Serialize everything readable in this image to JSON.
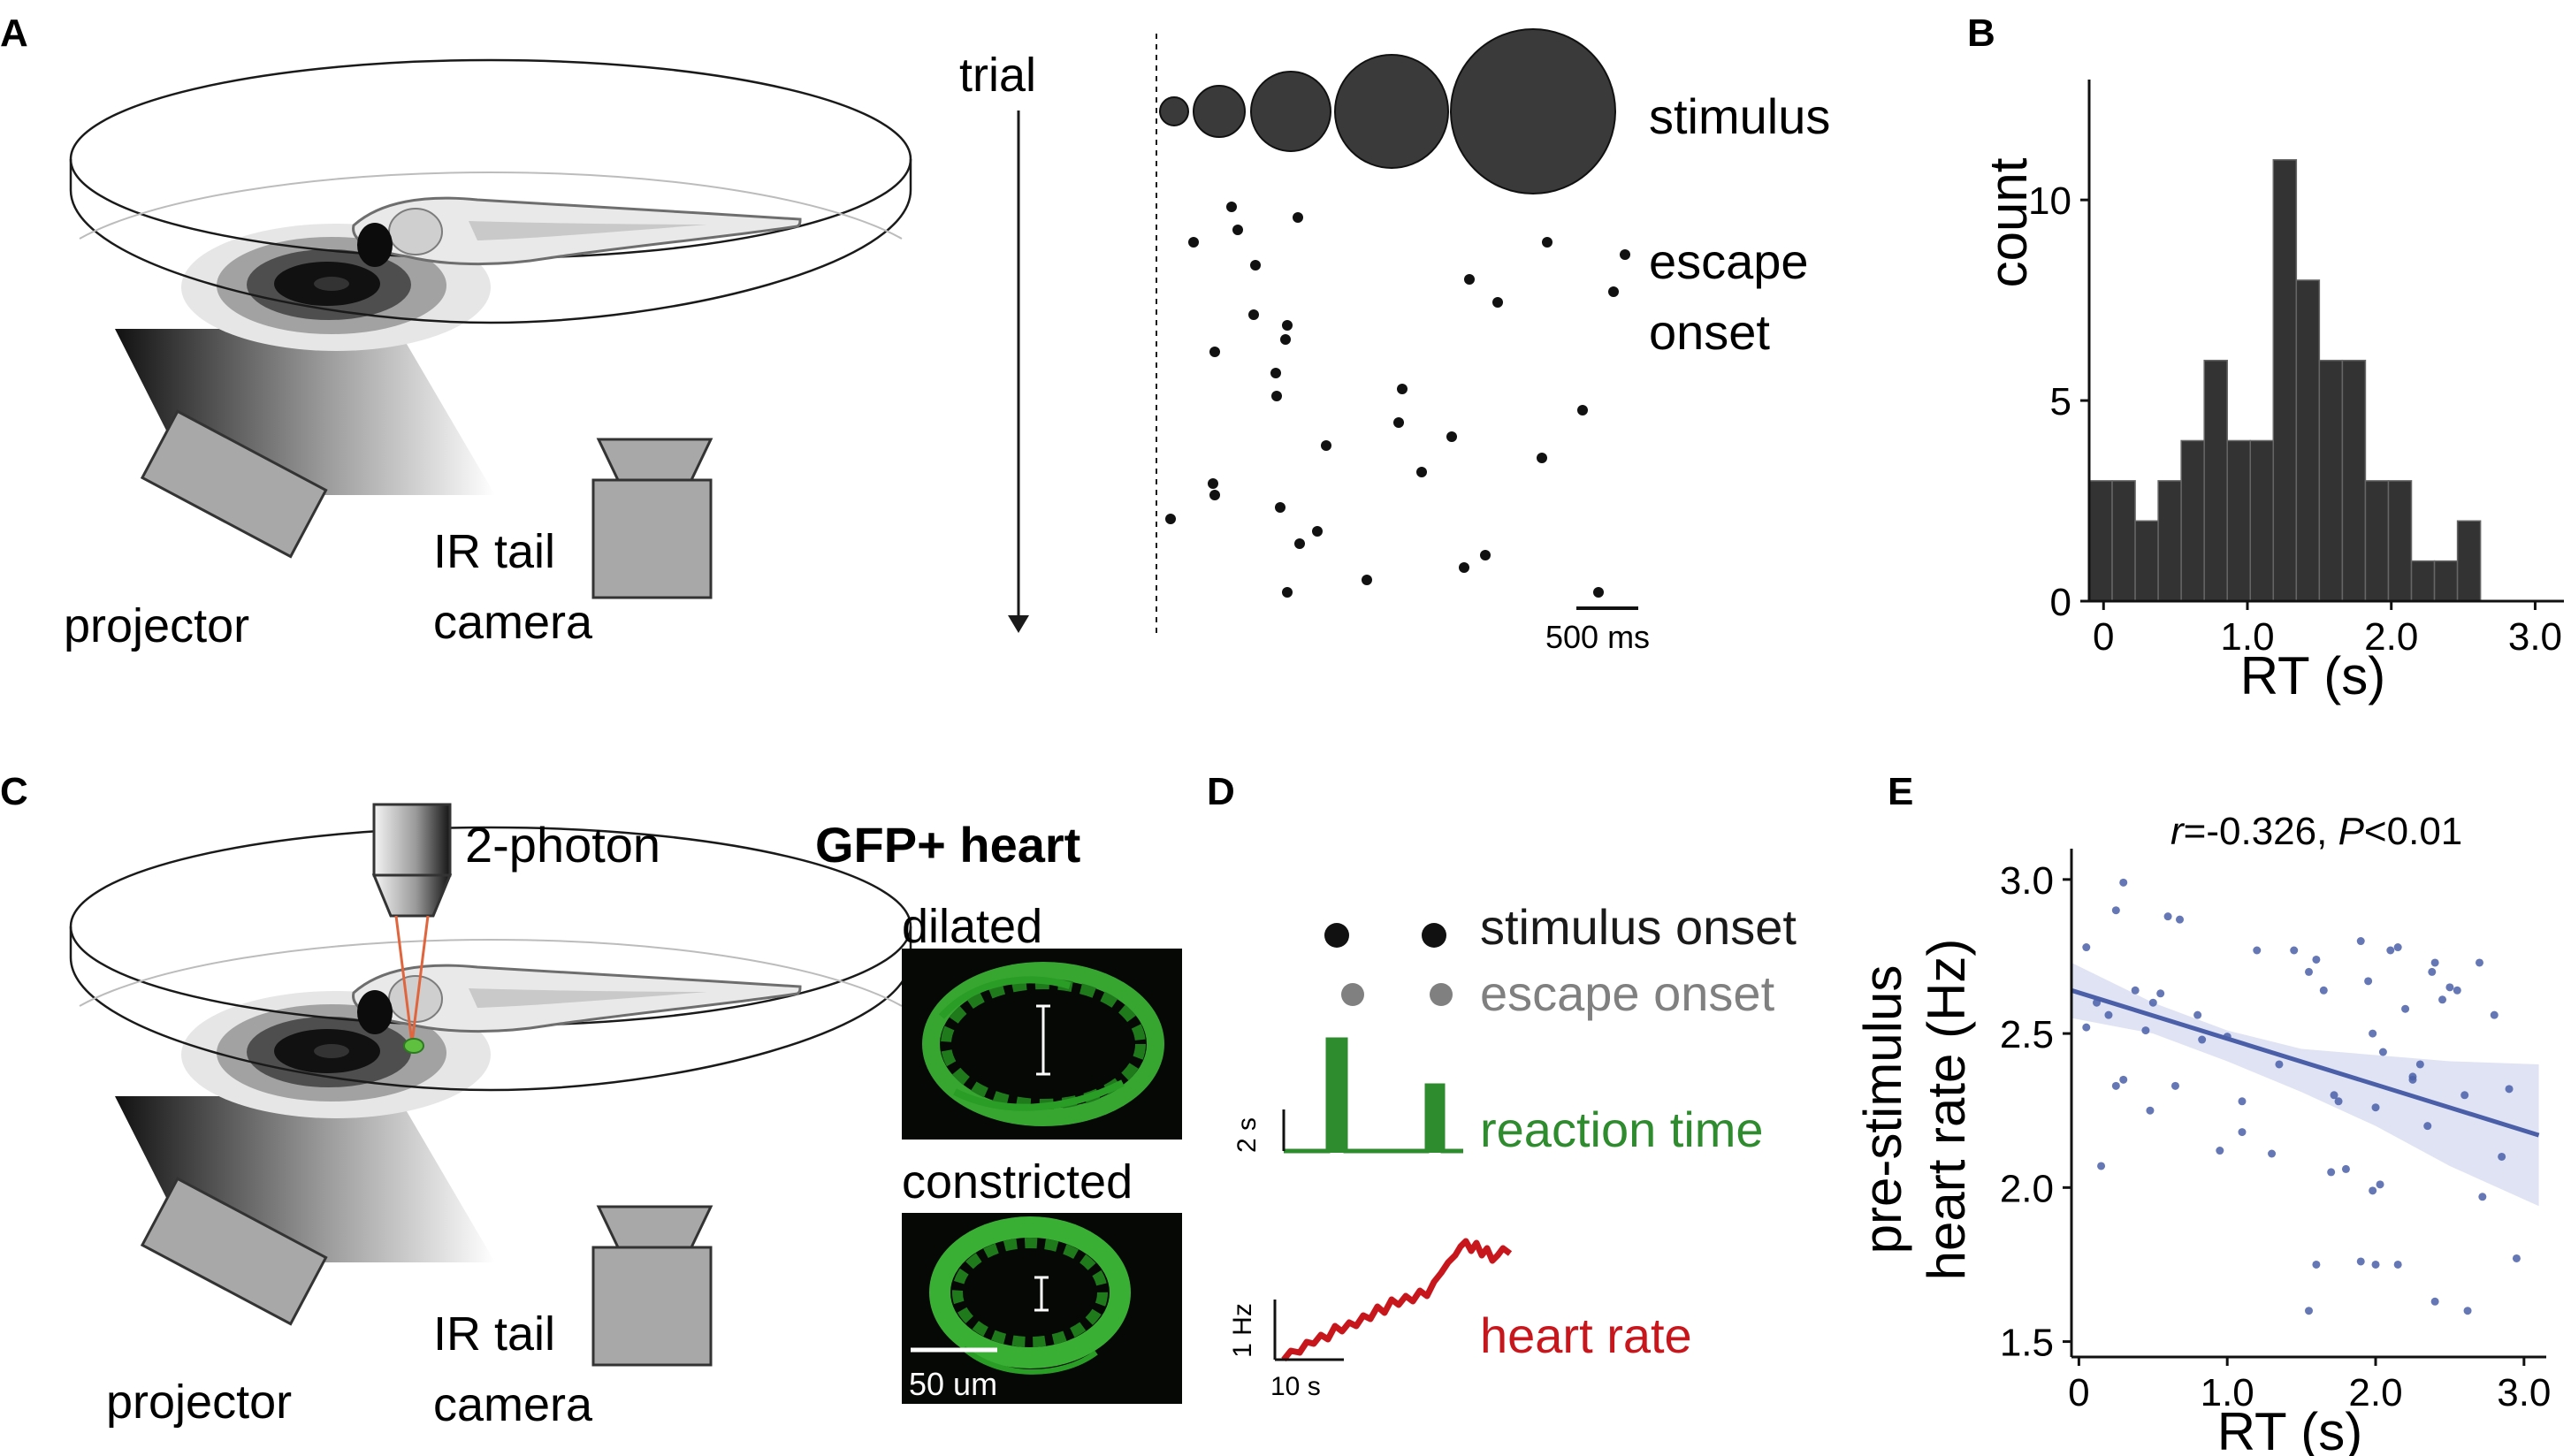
{
  "panels": {
    "a": {
      "letter": "A",
      "trial_label": "trial",
      "stimulus_label": "stimulus",
      "escape_label": [
        "escape",
        "onset"
      ],
      "projector_label": "projector",
      "camera_label": [
        "IR tail",
        "camera"
      ],
      "scalebar_label": "500 ms"
    },
    "b": {
      "letter": "B"
    },
    "c": {
      "letter": "C",
      "twophoton_label": "2-photon",
      "gfp_title": "GFP+ heart",
      "dilated_label": "dilated",
      "constricted_label": "constricted",
      "scalebar_label": "50 um",
      "projector_label": "projector",
      "camera_label": [
        "IR tail",
        "camera"
      ]
    },
    "d": {
      "letter": "D",
      "stimulus_label": "stimulus onset",
      "escape_label": "escape onset",
      "rt_label": "reaction time",
      "hr_label": "heart rate",
      "rt_scale": "2 s",
      "hr_scale_y": "1 Hz",
      "hr_scale_x": "10 s"
    },
    "e": {
      "letter": "E"
    }
  },
  "colors": {
    "dark": "#3a3a3a",
    "green": "#2e8b2e",
    "red": "#c8161d",
    "gray_text": "#808080",
    "regression": "#4a5fa8",
    "band": "#dfe3f3",
    "hist_bar": "#333333"
  },
  "chart_data": [
    {
      "type": "bar",
      "panel": "B",
      "xlabel": "RT (s)",
      "ylabel": "count",
      "xticks": [
        {
          "value": 0,
          "label": "0"
        },
        {
          "value": 1,
          "label": "1.0"
        },
        {
          "value": 2,
          "label": "2.0"
        },
        {
          "value": 3,
          "label": "3.0"
        }
      ],
      "yticks": [
        {
          "value": 0,
          "label": "0"
        },
        {
          "value": 5,
          "label": "5"
        },
        {
          "value": 10,
          "label": "10"
        }
      ],
      "xlim": [
        -0.1,
        3.2
      ],
      "ylim": [
        0,
        13
      ],
      "bin_width": 0.16,
      "bin_start": -0.1,
      "values": [
        3,
        3,
        2,
        3,
        4,
        6,
        4,
        4,
        11,
        8,
        6,
        6,
        3,
        3,
        1,
        1,
        2
      ]
    },
    {
      "type": "scatter",
      "panel": "E",
      "xlabel": "RT (s)",
      "ylabel": [
        "pre-stimulus",
        "heart rate (Hz)"
      ],
      "annotation_r": "r",
      "annotation_r_val": "=-0.326, ",
      "annotation_p": "P",
      "annotation_p_val": "<0.01",
      "xticks": [
        {
          "value": 0,
          "label": "0"
        },
        {
          "value": 1,
          "label": "1.0"
        },
        {
          "value": 2,
          "label": "2.0"
        },
        {
          "value": 3,
          "label": "3.0"
        }
      ],
      "yticks": [
        {
          "value": 1.5,
          "label": "1.5"
        },
        {
          "value": 2.0,
          "label": "2.0"
        },
        {
          "value": 2.5,
          "label": "2.5"
        },
        {
          "value": 3.0,
          "label": "3.0"
        }
      ],
      "xlim": [
        -0.05,
        3.15
      ],
      "ylim": [
        1.45,
        3.1
      ],
      "regression": {
        "x": [
          -0.05,
          3.1
        ],
        "y": [
          2.64,
          2.17
        ]
      },
      "band_upper": [
        [
          -0.05,
          2.73
        ],
        [
          0.5,
          2.6
        ],
        [
          1.0,
          2.51
        ],
        [
          1.5,
          2.45
        ],
        [
          2.0,
          2.43
        ],
        [
          2.5,
          2.41
        ],
        [
          3.1,
          2.4
        ]
      ],
      "band_lower": [
        [
          -0.05,
          2.55
        ],
        [
          0.5,
          2.5
        ],
        [
          1.0,
          2.41
        ],
        [
          1.5,
          2.31
        ],
        [
          2.0,
          2.2
        ],
        [
          2.5,
          2.07
        ],
        [
          3.1,
          1.94
        ]
      ],
      "points": [
        [
          0.05,
          2.78
        ],
        [
          0.12,
          2.6
        ],
        [
          0.2,
          2.56
        ],
        [
          0.25,
          2.9
        ],
        [
          0.3,
          2.99
        ],
        [
          0.15,
          2.07
        ],
        [
          0.05,
          2.52
        ],
        [
          0.3,
          2.35
        ],
        [
          0.38,
          2.64
        ],
        [
          0.45,
          2.51
        ],
        [
          0.55,
          2.63
        ],
        [
          0.6,
          2.88
        ],
        [
          0.68,
          2.87
        ],
        [
          0.8,
          2.56
        ],
        [
          0.83,
          2.48
        ],
        [
          0.25,
          2.33
        ],
        [
          0.48,
          2.25
        ],
        [
          0.65,
          2.33
        ],
        [
          0.95,
          2.12
        ],
        [
          1.0,
          2.49
        ],
        [
          1.1,
          2.18
        ],
        [
          1.2,
          2.77
        ],
        [
          1.3,
          2.11
        ],
        [
          1.35,
          2.4
        ],
        [
          1.45,
          2.77
        ],
        [
          1.55,
          2.7
        ],
        [
          1.6,
          2.74
        ],
        [
          1.65,
          2.64
        ],
        [
          1.72,
          2.3
        ],
        [
          1.75,
          2.28
        ],
        [
          1.8,
          2.06
        ],
        [
          1.9,
          2.8
        ],
        [
          1.95,
          2.67
        ],
        [
          1.98,
          2.5
        ],
        [
          2.05,
          2.44
        ],
        [
          2.1,
          2.77
        ],
        [
          2.15,
          2.78
        ],
        [
          2.2,
          2.58
        ],
        [
          2.25,
          2.36
        ],
        [
          2.3,
          2.4
        ],
        [
          2.35,
          2.2
        ],
        [
          2.38,
          2.7
        ],
        [
          2.4,
          2.73
        ],
        [
          2.45,
          2.61
        ],
        [
          2.5,
          2.65
        ],
        [
          2.55,
          2.64
        ],
        [
          2.6,
          2.3
        ],
        [
          2.7,
          2.73
        ],
        [
          2.8,
          2.56
        ],
        [
          2.85,
          2.1
        ],
        [
          2.9,
          2.32
        ],
        [
          1.98,
          1.99
        ],
        [
          2.03,
          2.01
        ],
        [
          2.0,
          2.26
        ],
        [
          1.55,
          1.6
        ],
        [
          1.6,
          1.75
        ],
        [
          1.7,
          2.05
        ],
        [
          1.9,
          1.76
        ],
        [
          2.0,
          1.75
        ],
        [
          2.15,
          1.75
        ],
        [
          2.4,
          1.63
        ],
        [
          2.62,
          1.6
        ],
        [
          2.72,
          1.97
        ],
        [
          2.95,
          1.77
        ],
        [
          0.5,
          2.6
        ],
        [
          1.1,
          2.28
        ],
        [
          2.25,
          2.35
        ]
      ]
    }
  ]
}
